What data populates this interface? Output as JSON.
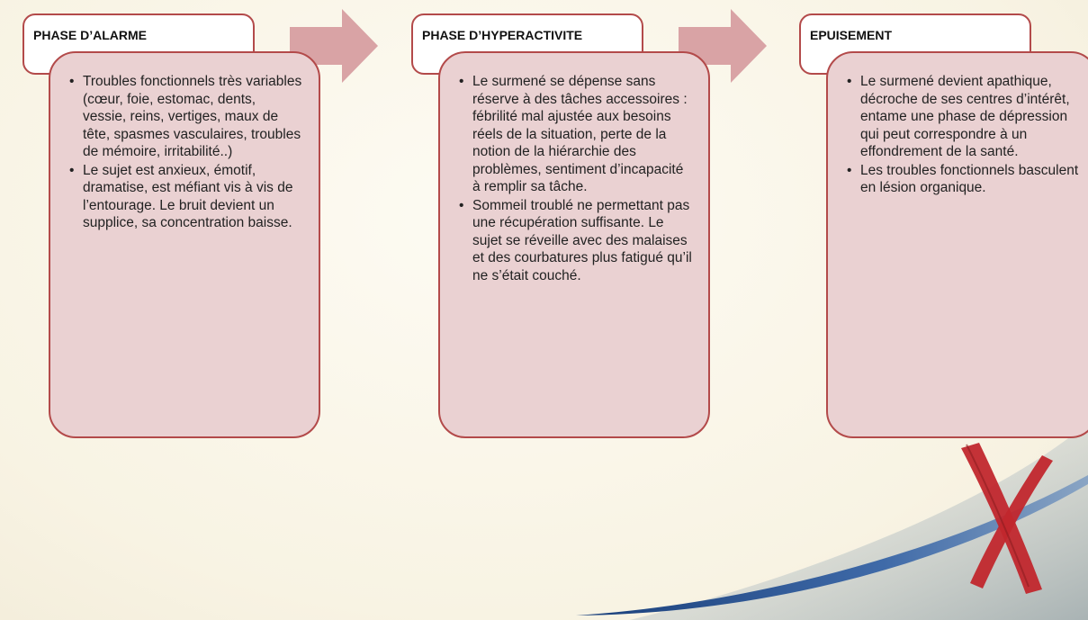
{
  "phases": [
    {
      "title": "PHASE D’ALARME",
      "items": [
        "Troubles fonctionnels très variables (cœur, foie, estomac, dents, vessie, reins, vertiges, maux de tête, spasmes vasculaires, troubles de mémoire, irritabilité..)",
        "Le sujet est anxieux, émotif, dramatise, est méfiant vis à vis de l’entourage. Le bruit devient un supplice, sa concentration baisse."
      ]
    },
    {
      "title": "PHASE D’HYPERACTIVITE",
      "items": [
        "Le surmené se dépense sans réserve à des tâches accessoires : fébrilité mal ajustée aux besoins réels de la situation, perte de la notion de la hiérarchie des problèmes, sentiment d’incapacité à remplir sa tâche.",
        "Sommeil troublé ne permettant pas une récupération suffisante. Le sujet se réveille avec des malaises et des courbatures plus fatigué qu’il ne s’était couché."
      ]
    },
    {
      "title": "EPUISEMENT",
      "items": [
        "Le surmené devient apathique, décroche de ses centres d’intérêt, entame une phase de dépression qui peut correspondre à un effondrement de la santé.",
        "Les troubles fonctionnels basculent en lésion organique."
      ]
    }
  ],
  "colors": {
    "border": "#b34a4a",
    "content_fill": "#ead1d2",
    "arrow_fill": "#d9a3a5",
    "x_mark": "#c1272d"
  },
  "icons": {
    "arrow": "right-arrow-icon",
    "decoration": "x-mark-icon"
  }
}
